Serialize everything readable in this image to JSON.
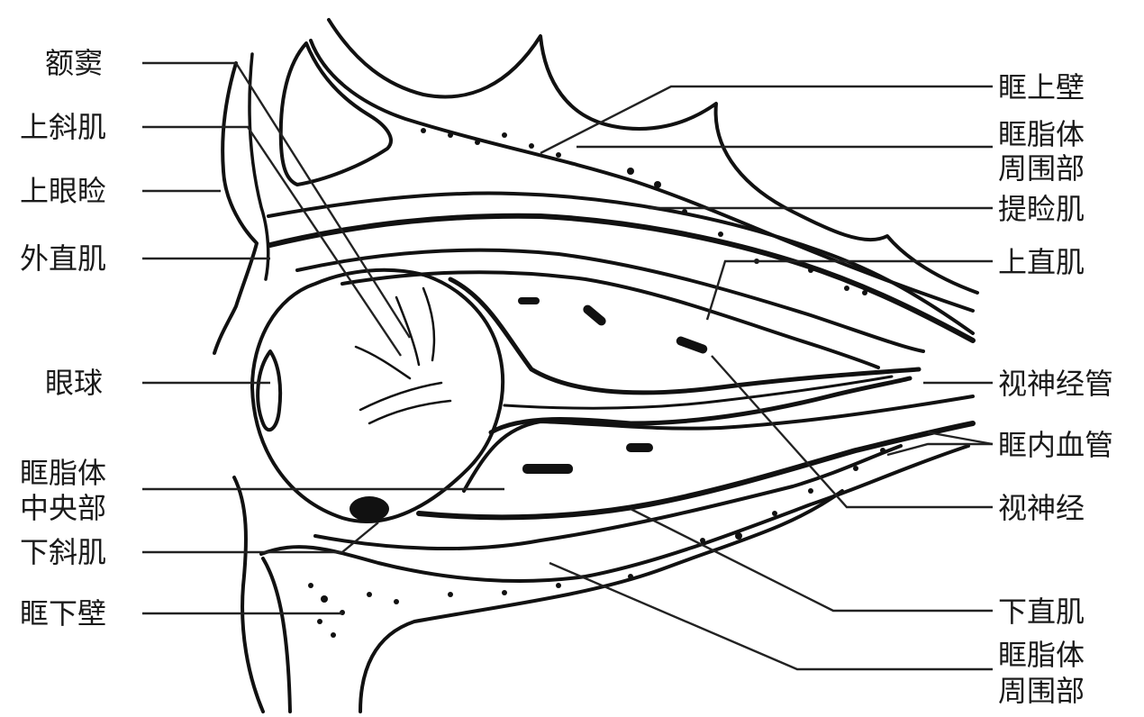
{
  "labels_left": [
    {
      "id": "frontal-sinus",
      "lines": [
        "额窦"
      ]
    },
    {
      "id": "superior-oblique",
      "lines": [
        "上斜肌"
      ]
    },
    {
      "id": "upper-eyelid",
      "lines": [
        "上眼睑"
      ]
    },
    {
      "id": "lateral-rectus",
      "lines": [
        "外直肌"
      ]
    },
    {
      "id": "eyeball",
      "lines": [
        "眼球"
      ]
    },
    {
      "id": "central-orbital-fat",
      "lines": [
        "眶脂体",
        "中央部"
      ]
    },
    {
      "id": "inferior-oblique",
      "lines": [
        "下斜肌"
      ]
    },
    {
      "id": "orbital-floor",
      "lines": [
        "眶下壁"
      ]
    }
  ],
  "labels_right": [
    {
      "id": "orbital-roof",
      "lines": [
        "眶上壁"
      ]
    },
    {
      "id": "peripheral-orbital-fat-upper",
      "lines": [
        "眶脂体",
        "周围部"
      ]
    },
    {
      "id": "levator-palpebrae",
      "lines": [
        "提睑肌"
      ]
    },
    {
      "id": "superior-rectus",
      "lines": [
        "上直肌"
      ]
    },
    {
      "id": "optic-nerve-sheath",
      "lines": [
        "视神经管"
      ]
    },
    {
      "id": "orbital-vessels",
      "lines": [
        "眶内血管"
      ]
    },
    {
      "id": "optic-nerve",
      "lines": [
        "视神经"
      ]
    },
    {
      "id": "inferior-rectus",
      "lines": [
        "下直肌"
      ]
    },
    {
      "id": "peripheral-orbital-fat-lower",
      "lines": [
        "眶脂体",
        "周围部"
      ]
    }
  ]
}
